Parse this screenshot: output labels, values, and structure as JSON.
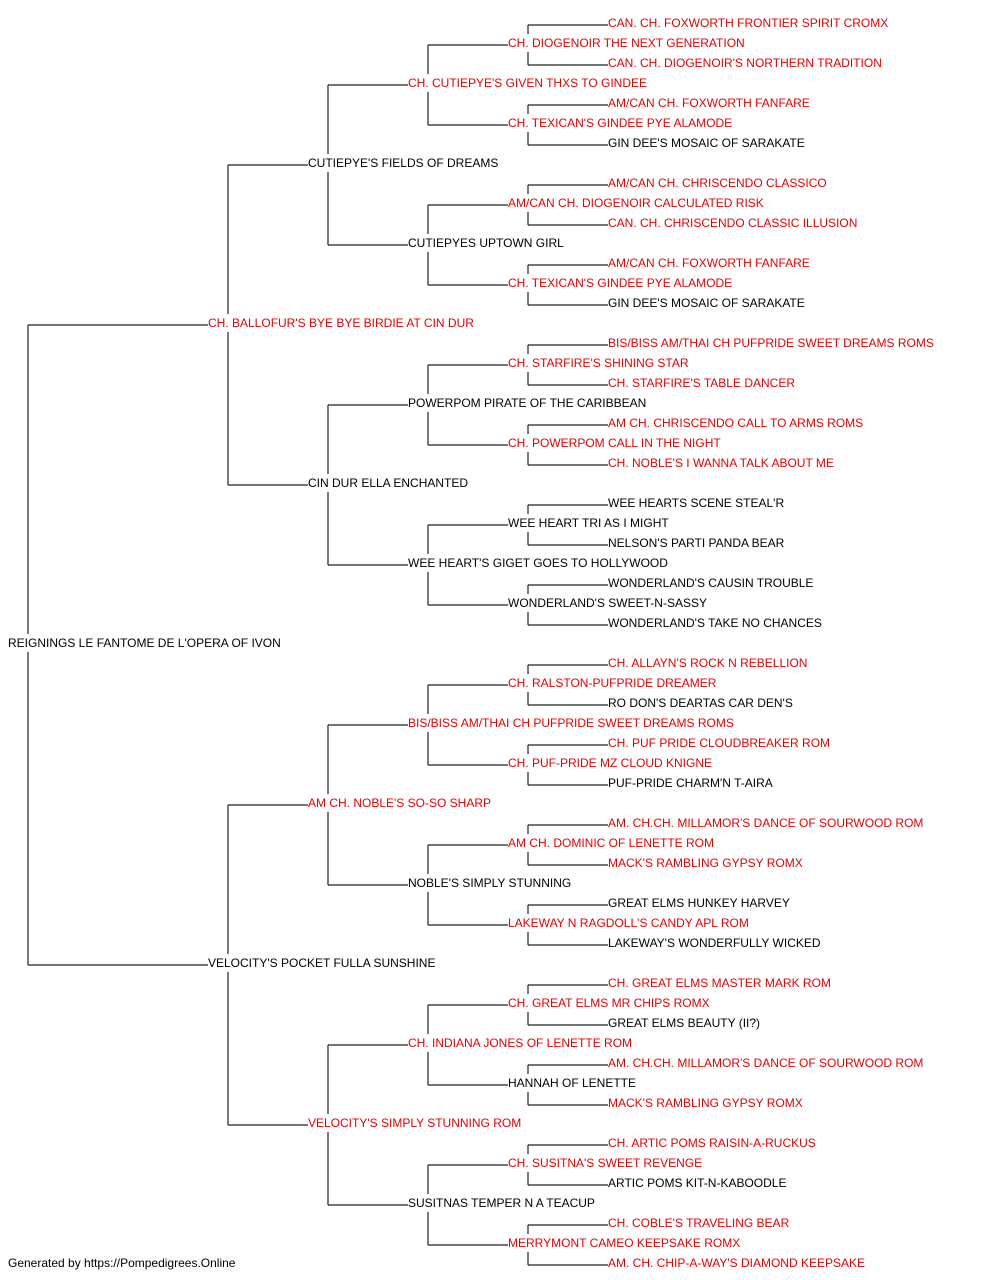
{
  "colors": {
    "champion": "#e60000",
    "normal": "#000000",
    "lines": "#222222"
  },
  "pedigree": {
    "name": "REIGNINGS LE FANTOME DE L'OPERA OF IVON",
    "champion": false,
    "sire": {
      "name": "CH. BALLOFUR'S BYE BYE BIRDIE AT CIN DUR",
      "champion": true,
      "sire": {
        "name": "CUTIEPYE'S FIELDS OF DREAMS",
        "champion": false,
        "sire": {
          "name": "CH. CUTIEPYE'S GIVEN THXS TO GINDEE",
          "champion": true,
          "sire": {
            "name": "CH. DIOGENOIR THE NEXT GENERATION",
            "champion": true,
            "sire": {
              "name": "CAN. CH. FOXWORTH FRONTIER SPIRIT CROMX",
              "champion": true
            },
            "dam": {
              "name": "CAN. CH. DIOGENOIR'S NORTHERN TRADITION",
              "champion": true
            }
          },
          "dam": {
            "name": "CH. TEXICAN'S GINDEE PYE ALAMODE",
            "champion": true,
            "sire": {
              "name": "AM/CAN CH. FOXWORTH FANFARE",
              "champion": true
            },
            "dam": {
              "name": "GIN DEE'S MOSAIC OF SARAKATE",
              "champion": false
            }
          }
        },
        "dam": {
          "name": "CUTIEPYES UPTOWN GIRL",
          "champion": false,
          "sire": {
            "name": "AM/CAN CH. DIOGENOIR CALCULATED RISK",
            "champion": true,
            "sire": {
              "name": "AM/CAN CH. CHRISCENDO CLASSICO",
              "champion": true
            },
            "dam": {
              "name": "CAN. CH. CHRISCENDO CLASSIC ILLUSION",
              "champion": true
            }
          },
          "dam": {
            "name": "CH. TEXICAN'S GINDEE PYE ALAMODE",
            "champion": true,
            "sire": {
              "name": "AM/CAN CH. FOXWORTH FANFARE",
              "champion": true
            },
            "dam": {
              "name": "GIN DEE'S MOSAIC OF SARAKATE",
              "champion": false
            }
          }
        }
      },
      "dam": {
        "name": "CIN DUR ELLA ENCHANTED",
        "champion": false,
        "sire": {
          "name": "POWERPOM PIRATE OF THE CARIBBEAN",
          "champion": false,
          "sire": {
            "name": "CH. STARFIRE'S SHINING STAR",
            "champion": true,
            "sire": {
              "name": "BIS/BISS AM/THAI CH PUFPRIDE SWEET DREAMS ROMS",
              "champion": true
            },
            "dam": {
              "name": "CH. STARFIRE'S TABLE DANCER",
              "champion": true
            }
          },
          "dam": {
            "name": "CH. POWERPOM CALL IN THE NIGHT",
            "champion": true,
            "sire": {
              "name": "AM CH. CHRISCENDO CALL TO ARMS ROMS",
              "champion": true
            },
            "dam": {
              "name": "CH. NOBLE'S I WANNA TALK ABOUT ME",
              "champion": true
            }
          }
        },
        "dam": {
          "name": "WEE HEART'S GIGET GOES TO HOLLYWOOD",
          "champion": false,
          "sire": {
            "name": "WEE HEART TRI AS I MIGHT",
            "champion": false,
            "sire": {
              "name": "WEE HEARTS SCENE STEAL'R",
              "champion": false
            },
            "dam": {
              "name": "NELSON'S PARTI PANDA BEAR",
              "champion": false
            }
          },
          "dam": {
            "name": "WONDERLAND'S SWEET-N-SASSY",
            "champion": false,
            "sire": {
              "name": "WONDERLAND'S CAUSIN TROUBLE",
              "champion": false
            },
            "dam": {
              "name": "WONDERLAND'S TAKE NO CHANCES",
              "champion": false
            }
          }
        }
      }
    },
    "dam": {
      "name": "VELOCITY'S POCKET FULLA SUNSHINE",
      "champion": false,
      "sire": {
        "name": "AM CH. NOBLE'S SO-SO SHARP",
        "champion": true,
        "sire": {
          "name": "BIS/BISS AM/THAI CH PUFPRIDE SWEET DREAMS ROMS",
          "champion": true,
          "sire": {
            "name": "CH. RALSTON-PUFPRIDE DREAMER",
            "champion": true,
            "sire": {
              "name": "CH. ALLAYN'S ROCK N REBELLION",
              "champion": true
            },
            "dam": {
              "name": "RO DON'S DEARTAS CAR DEN'S",
              "champion": false
            }
          },
          "dam": {
            "name": "CH. PUF-PRIDE MZ CLOUD KNIGNE",
            "champion": true,
            "sire": {
              "name": "CH. PUF PRIDE CLOUDBREAKER ROM",
              "champion": true
            },
            "dam": {
              "name": "PUF-PRIDE CHARM'N T-AIRA",
              "champion": false
            }
          }
        },
        "dam": {
          "name": "NOBLE'S SIMPLY STUNNING",
          "champion": false,
          "sire": {
            "name": "AM CH. DOMINIC OF LENETTE ROM",
            "champion": true,
            "sire": {
              "name": "AM. CH.CH. MILLAMOR'S DANCE OF SOURWOOD ROM",
              "champion": true
            },
            "dam": {
              "name": "MACK'S RAMBLING GYPSY ROMX",
              "champion": true
            }
          },
          "dam": {
            "name": "LAKEWAY N RAGDOLL'S CANDY APL ROM",
            "champion": true,
            "sire": {
              "name": "GREAT ELMS HUNKEY HARVEY",
              "champion": false
            },
            "dam": {
              "name": "LAKEWAY'S WONDERFULLY WICKED",
              "champion": false
            }
          }
        }
      },
      "dam": {
        "name": "VELOCITY'S SIMPLY STUNNING ROM",
        "champion": true,
        "sire": {
          "name": "CH. INDIANA JONES OF LENETTE ROM",
          "champion": true,
          "sire": {
            "name": "CH. GREAT ELMS MR CHIPS ROMX",
            "champion": true,
            "sire": {
              "name": "CH. GREAT ELMS MASTER MARK ROM",
              "champion": true
            },
            "dam": {
              "name": "GREAT ELMS BEAUTY (II?)",
              "champion": false
            }
          },
          "dam": {
            "name": "HANNAH OF LENETTE",
            "champion": false,
            "sire": {
              "name": "AM. CH.CH. MILLAMOR'S DANCE OF SOURWOOD ROM",
              "champion": true
            },
            "dam": {
              "name": "MACK'S RAMBLING GYPSY ROMX",
              "champion": true
            }
          }
        },
        "dam": {
          "name": "SUSITNAS TEMPER N A TEACUP",
          "champion": false,
          "sire": {
            "name": "CH. SUSITNA'S SWEET REVENGE",
            "champion": true,
            "sire": {
              "name": "CH. ARTIC POMS RAISIN-A-RUCKUS",
              "champion": true
            },
            "dam": {
              "name": "ARTIC POMS KIT-N-KABOODLE",
              "champion": false
            }
          },
          "dam": {
            "name": "MERRYMONT CAMEO KEEPSAKE ROMX",
            "champion": true,
            "sire": {
              "name": "CH. COBLE'S TRAVELING BEAR",
              "champion": true
            },
            "dam": {
              "name": "AM. CH. CHIP-A-WAY'S DIAMOND KEEPSAKE",
              "champion": true
            }
          }
        }
      }
    }
  },
  "footer": {
    "text": "Generated by https://Pompedigrees.Online"
  }
}
